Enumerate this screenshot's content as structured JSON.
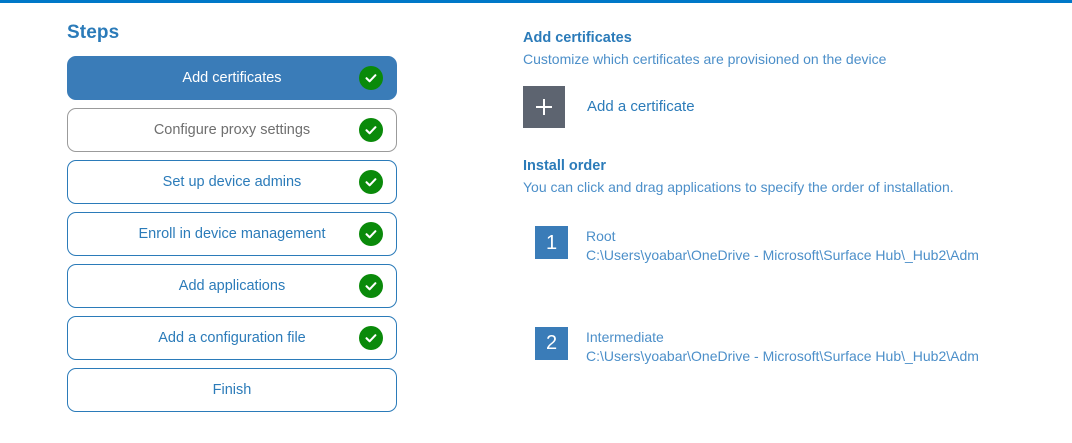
{
  "accent_color": "#0078c8",
  "steps_panel": {
    "title": "Steps",
    "items": [
      {
        "label": "Add certificates",
        "state": "selected",
        "completed": true
      },
      {
        "label": "Configure proxy settings",
        "state": "muted",
        "completed": true
      },
      {
        "label": "Set up device admins",
        "state": "default",
        "completed": true
      },
      {
        "label": "Enroll in device management",
        "state": "default",
        "completed": true
      },
      {
        "label": "Add applications",
        "state": "default",
        "completed": true
      },
      {
        "label": "Add a configuration file",
        "state": "default",
        "completed": true
      },
      {
        "label": "Finish",
        "state": "default",
        "completed": false
      }
    ],
    "check_icon": "check-circle-icon"
  },
  "content": {
    "title": "Add certificates",
    "subtitle": "Customize which certificates are provisioned on the device",
    "add_certificate": {
      "icon": "plus-icon",
      "label": "Add a certificate"
    },
    "install_order": {
      "title": "Install order",
      "description": "You can click and drag applications to specify the order of installation.",
      "items": [
        {
          "number": "1",
          "name": "Root",
          "path": "C:\\Users\\yoabar\\OneDrive - Microsoft\\Surface Hub\\_Hub2\\Adm"
        },
        {
          "number": "2",
          "name": "Intermediate",
          "path": "C:\\Users\\yoabar\\OneDrive - Microsoft\\Surface Hub\\_Hub2\\Adm"
        }
      ]
    }
  }
}
